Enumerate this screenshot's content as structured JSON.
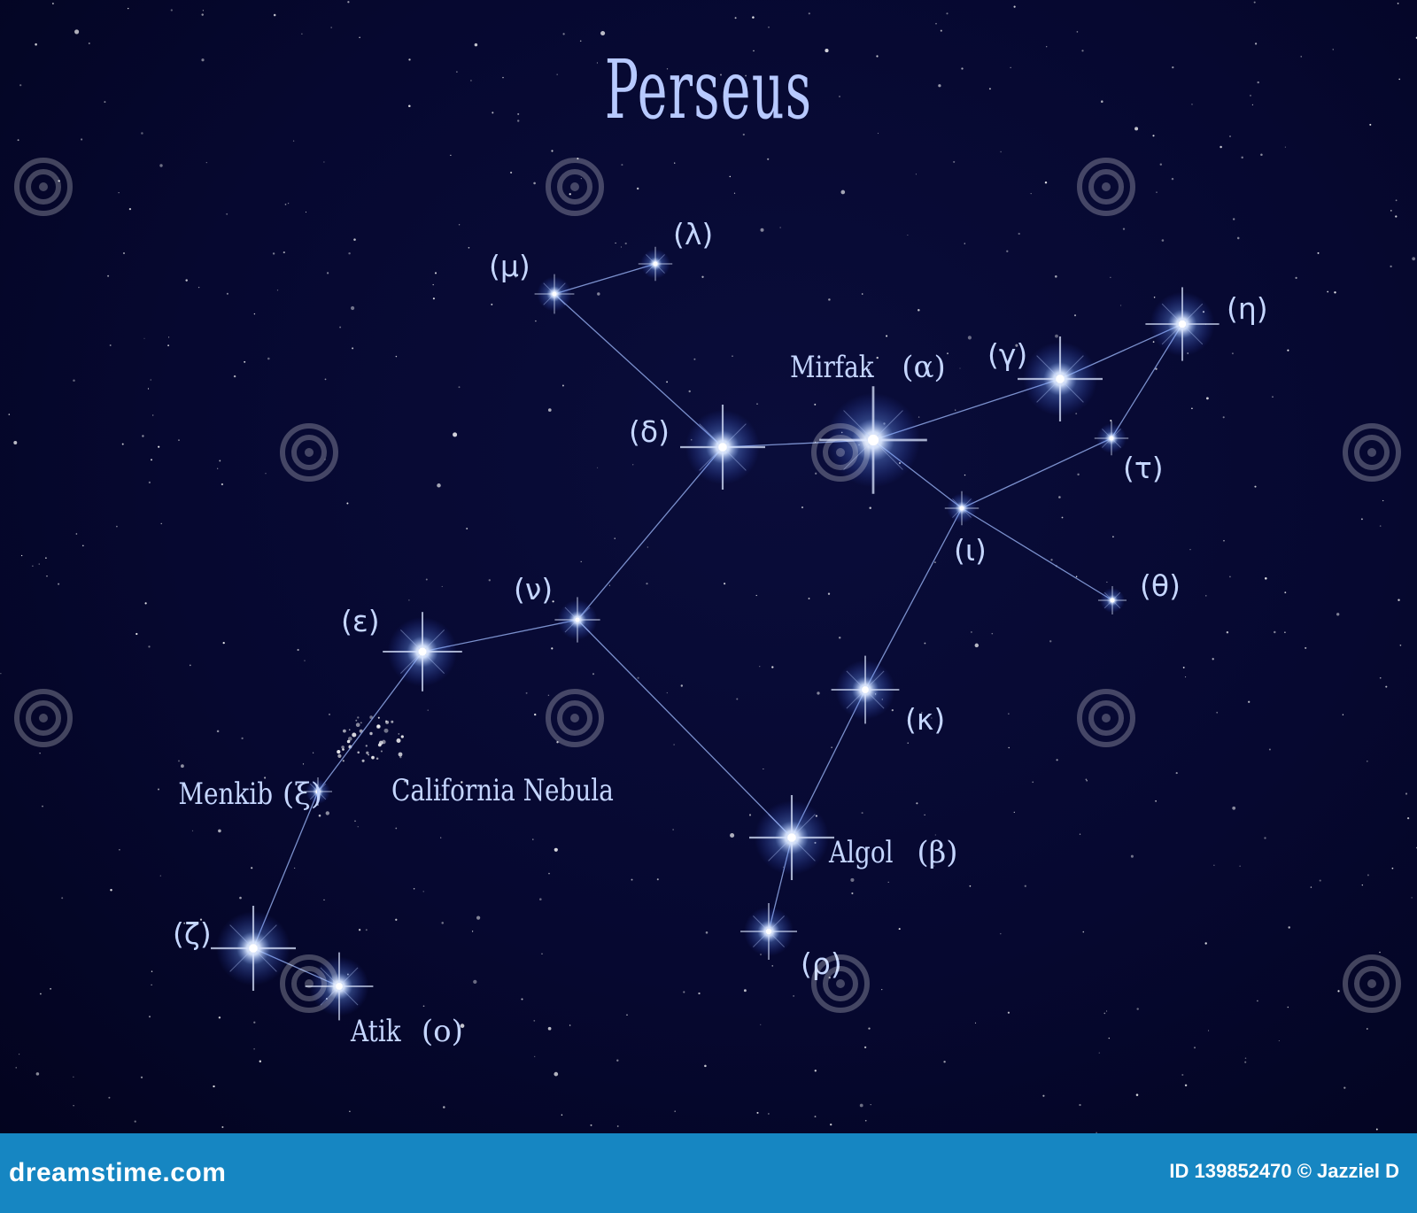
{
  "title": "Perseus",
  "stars": [
    {
      "id": "mu",
      "label": "(μ)"
    },
    {
      "id": "lambda",
      "label": "(λ)"
    },
    {
      "id": "delta",
      "label": "(δ)"
    },
    {
      "id": "alpha",
      "name": "Mirfak",
      "label": "(α)"
    },
    {
      "id": "gamma",
      "label": "(γ)"
    },
    {
      "id": "eta",
      "label": "(η)"
    },
    {
      "id": "tau",
      "label": "(τ)"
    },
    {
      "id": "iota",
      "label": "(ι)"
    },
    {
      "id": "theta",
      "label": "(θ)"
    },
    {
      "id": "nu",
      "label": "(ν)"
    },
    {
      "id": "epsilon",
      "label": "(ε)"
    },
    {
      "id": "kappa",
      "label": "(κ)"
    },
    {
      "id": "xi",
      "name": "Menkib",
      "label": "(ξ)"
    },
    {
      "id": "beta",
      "name": "Algol",
      "label": "(β)"
    },
    {
      "id": "zeta",
      "label": "(ζ)"
    },
    {
      "id": "omicron",
      "name": "Atik",
      "label": "(ο)"
    },
    {
      "id": "rho",
      "label": "(ρ)"
    }
  ],
  "nebula": {
    "label": "California Nebula"
  },
  "footer": {
    "brand": "dreamstime.com",
    "credit": "ID 139852470 © Jazziel D"
  },
  "colors": {
    "sky": "#05062a",
    "label": "#c5d6ff",
    "lines": "#8fa8e8",
    "footer": "#1686c2"
  }
}
